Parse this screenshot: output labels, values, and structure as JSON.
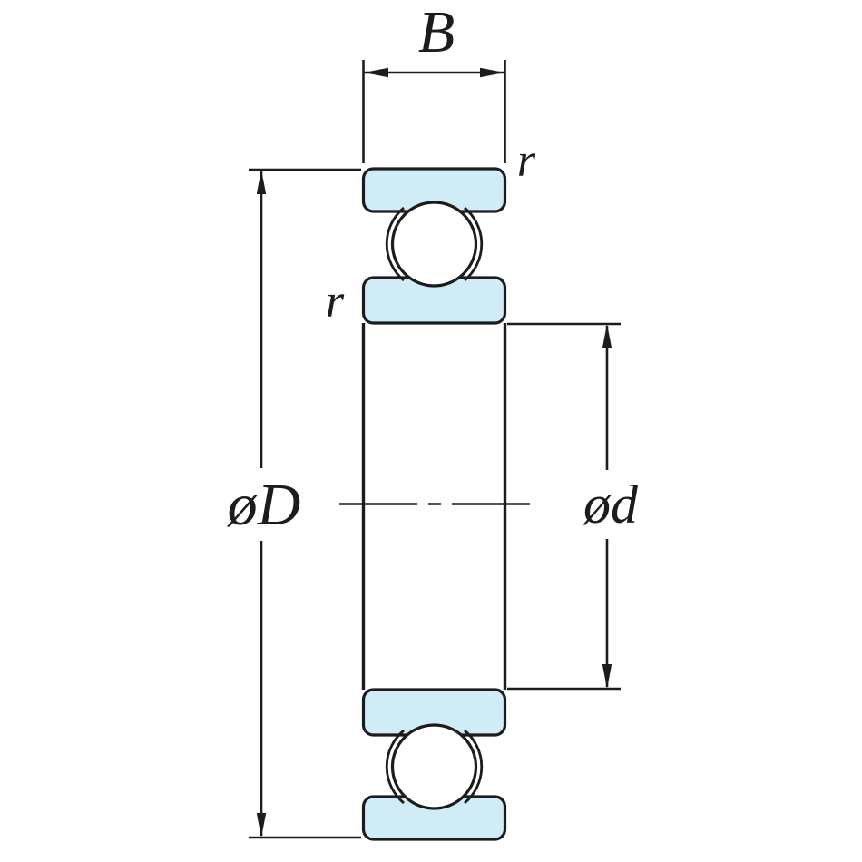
{
  "diagram": {
    "labels": {
      "width": "B",
      "outer_diameter": "øD",
      "bore_diameter": "ød",
      "radius_outer": "r",
      "radius_inner": "r"
    },
    "colors": {
      "line": "#1c1c1c",
      "ring_fill": "#cfecf7",
      "background": "#ffffff"
    }
  }
}
